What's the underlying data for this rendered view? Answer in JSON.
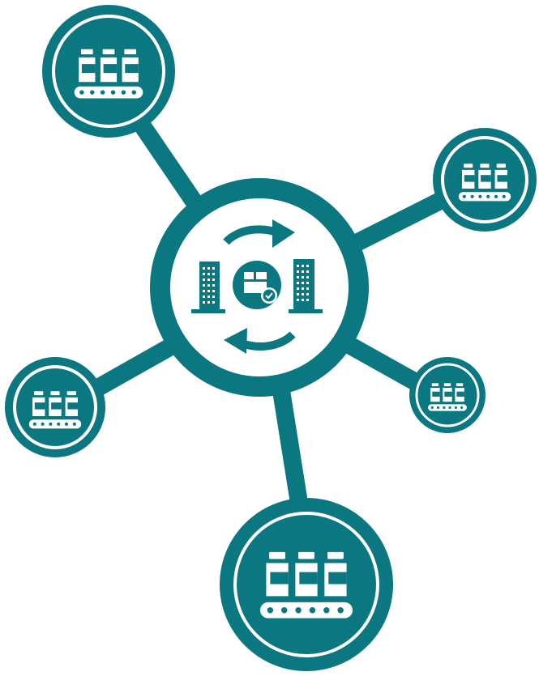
{
  "colors": {
    "teal": "#0b7780",
    "white": "#ffffff",
    "background": "#ffffff"
  },
  "hub": {
    "icons": [
      "building-left-icon",
      "package-check-icon",
      "building-right-icon",
      "sync-arrows-icon"
    ]
  },
  "nodes": [
    {
      "id": "node-top-left",
      "icon": "bottles-on-conveyor-icon"
    },
    {
      "id": "node-right-upper",
      "icon": "bottles-on-conveyor-icon"
    },
    {
      "id": "node-left-lower",
      "icon": "bottles-on-conveyor-icon"
    },
    {
      "id": "node-right-lower",
      "icon": "bottles-on-conveyor-icon"
    },
    {
      "id": "node-bottom",
      "icon": "bottles-on-conveyor-icon"
    }
  ]
}
